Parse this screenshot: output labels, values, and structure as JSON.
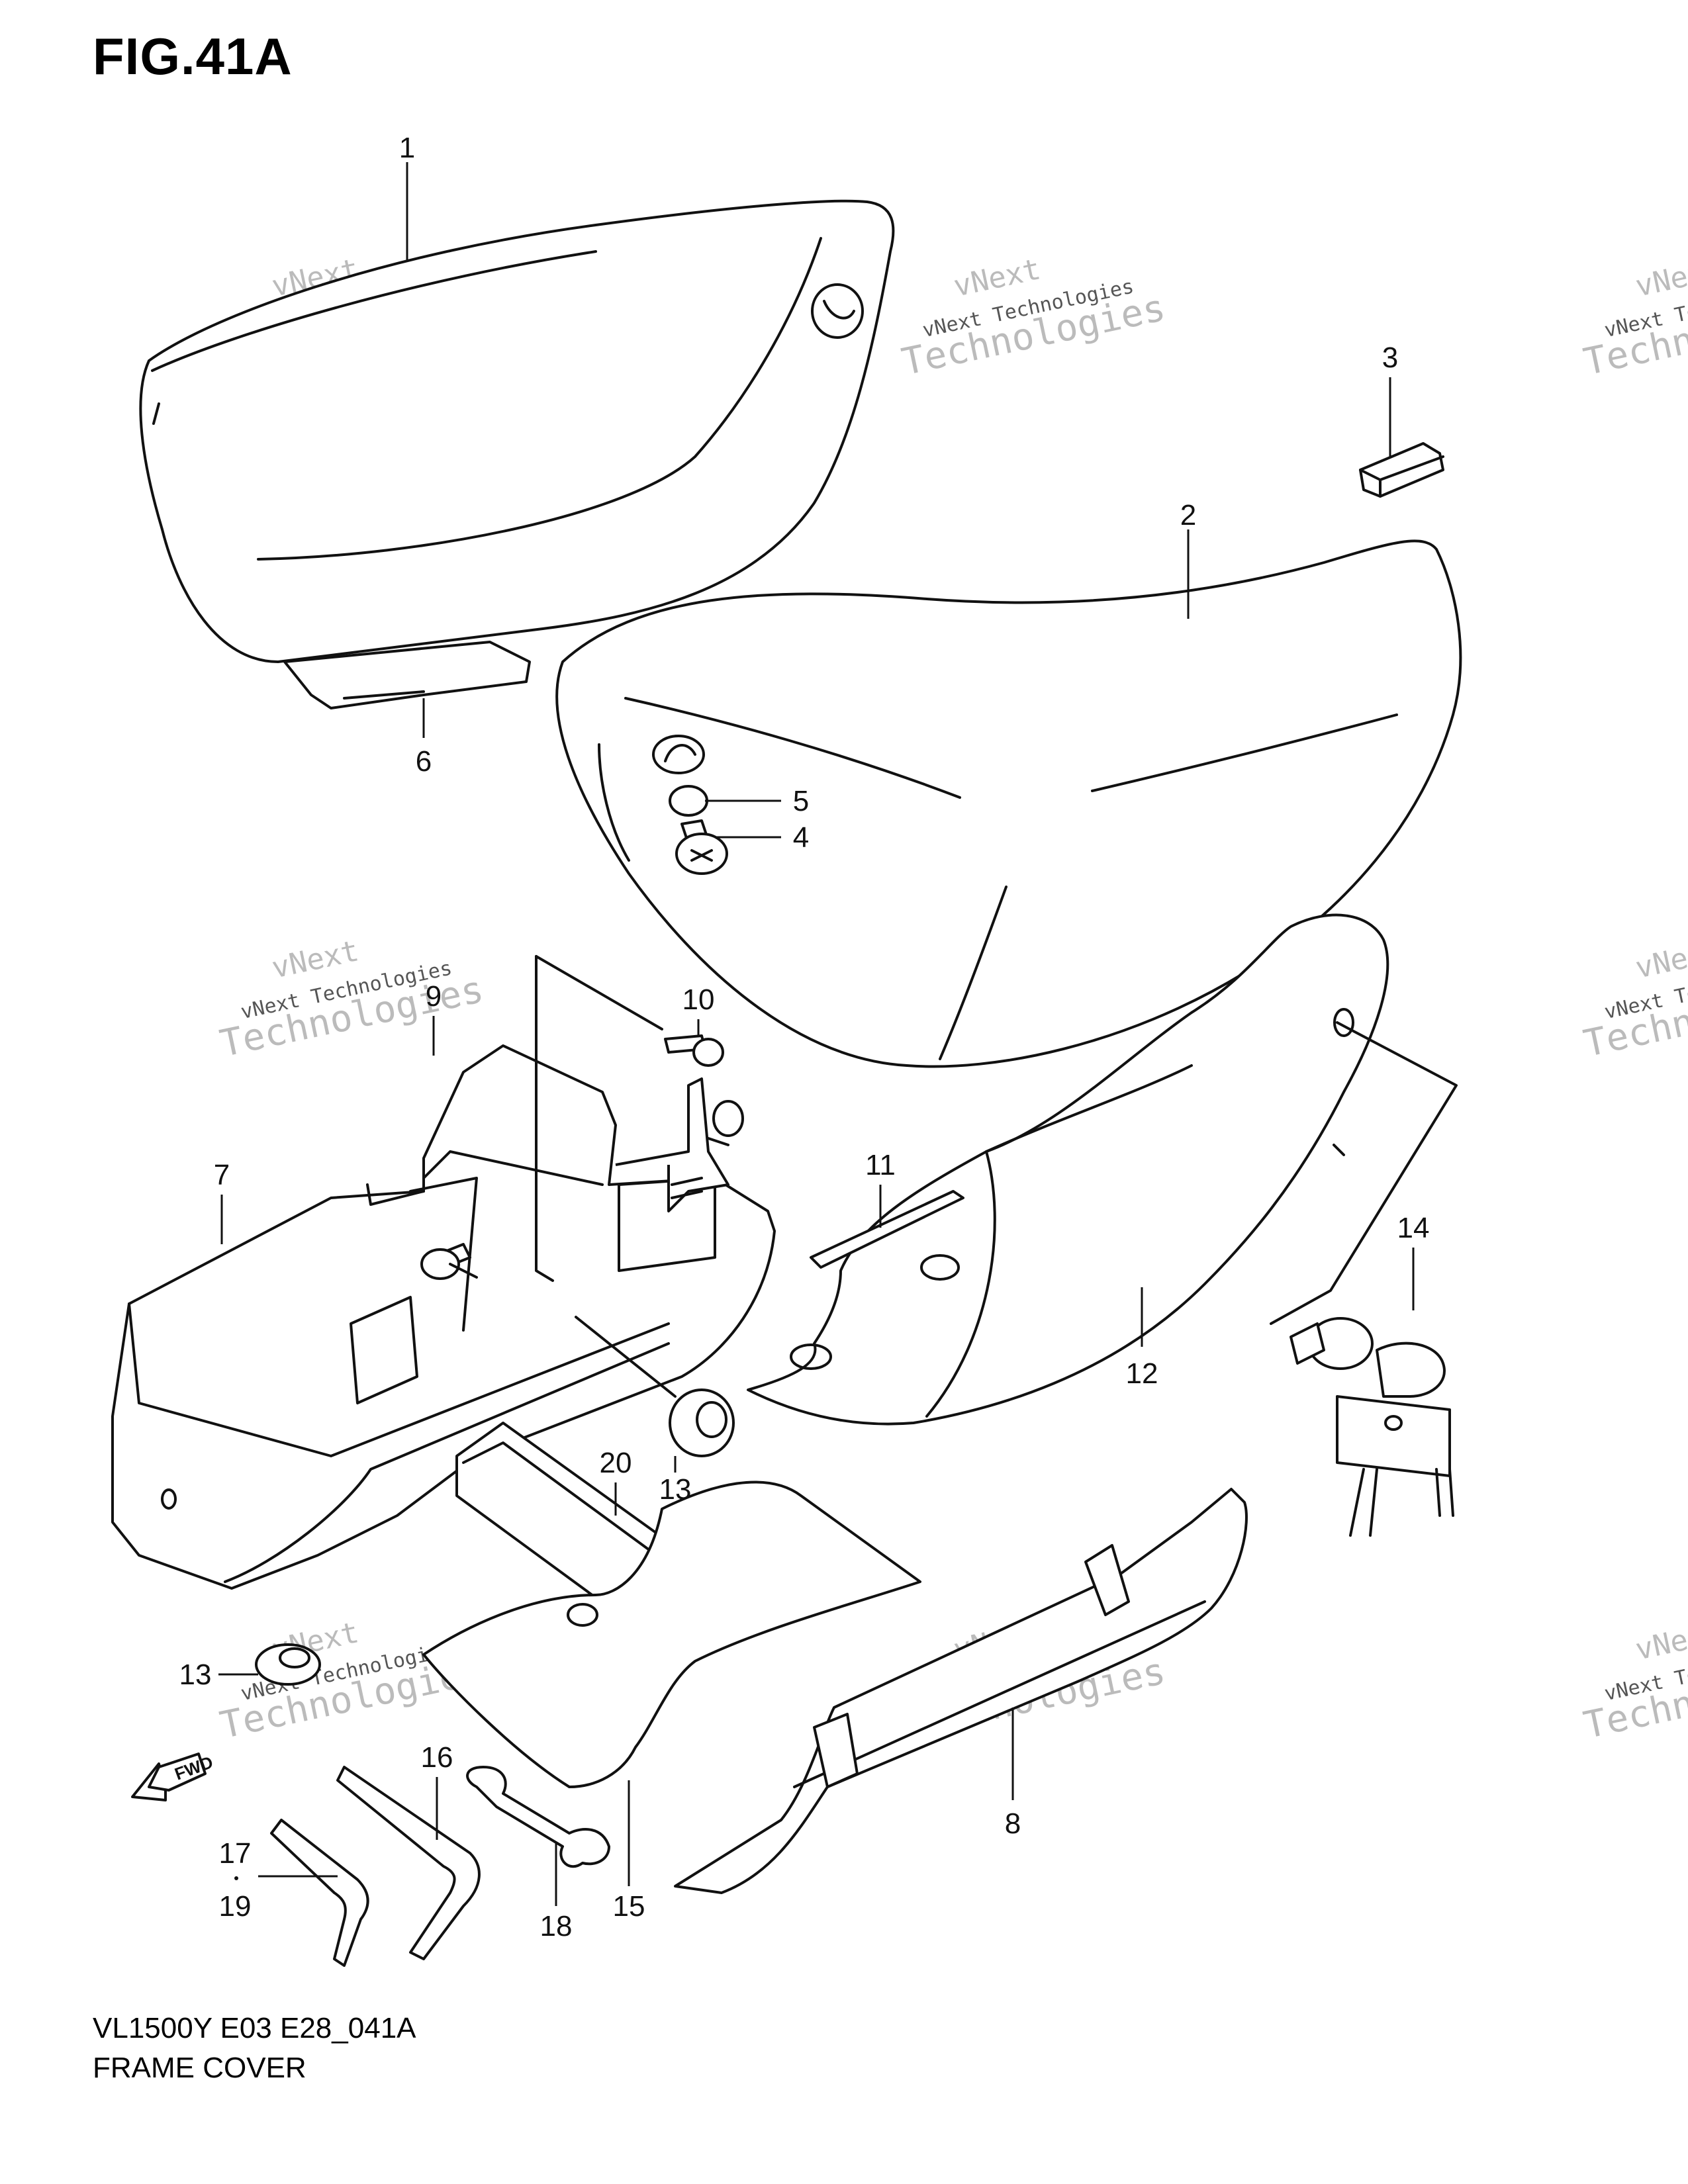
{
  "figure": {
    "title": "FIG.41A",
    "model_code": "VL1500Y E03 E28_041A",
    "section_name": "FRAME COVER"
  },
  "watermark": {
    "line1": "vNext",
    "line2": "vNext Technologies",
    "line3": "Technologies",
    "color": "#bbbbbb"
  },
  "fwd_label": "FWD",
  "callouts": [
    "1",
    "2",
    "3",
    "4",
    "5",
    "6",
    "7",
    "8",
    "9",
    "10",
    "11",
    "12",
    "13",
    "13",
    "14",
    "15",
    "16",
    "17",
    "18",
    "19",
    "20"
  ]
}
